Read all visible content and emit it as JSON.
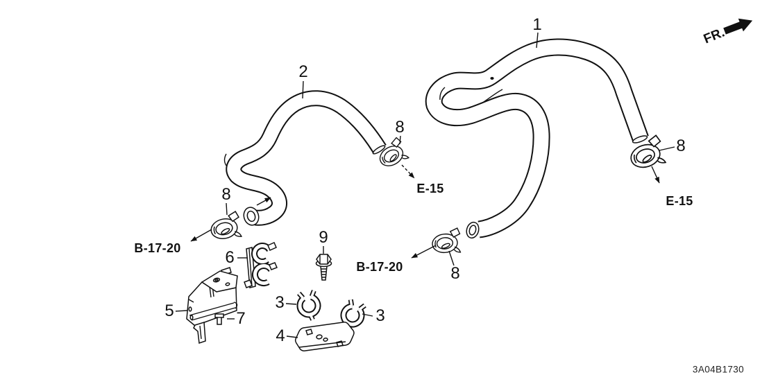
{
  "page": {
    "background_color": "#ffffff",
    "line_color": "#111111"
  },
  "diagram": {
    "code": "3A04B1730",
    "direction_indicator": {
      "label": "FR."
    },
    "callouts": {
      "hose_1": "1",
      "hose_2": "2",
      "clip_3": "3",
      "plate_4": "4",
      "bracket_5": "5",
      "clamp_holder_6": "6",
      "screw_7": "7",
      "hose_clamp_8": "8",
      "bolt_9": "9"
    },
    "cross_references": {
      "e_15": "E-15",
      "b_17_20": "B-17-20"
    }
  }
}
